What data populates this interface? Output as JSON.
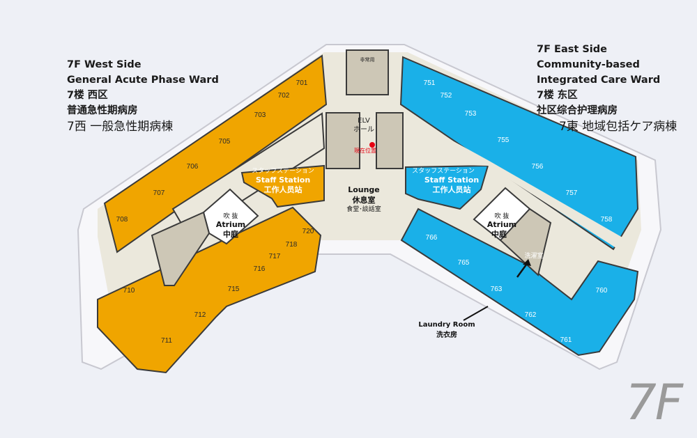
{
  "legend": {
    "west": {
      "line1": "7F West Side",
      "line2": "General Acute Phase Ward",
      "line3": "7楼 西区",
      "line4": "普通急性期病房",
      "line5": "7西 一般急性期病棟"
    },
    "east": {
      "line1": "7F East Side",
      "line2": "Community-based",
      "line3": "Integrated Care Ward",
      "line4": "7楼 东区",
      "line5": "社区综合护理病房",
      "line6": "7東 地域包括ケア病棟"
    }
  },
  "rooms": {
    "west_upper": [
      "701",
      "702",
      "703",
      "705",
      "706",
      "707",
      "708"
    ],
    "west_lower": [
      "710",
      "711",
      "712",
      "715",
      "716",
      "717",
      "718",
      "720"
    ],
    "east_upper": [
      "751",
      "752",
      "753",
      "755",
      "756",
      "757",
      "758"
    ],
    "east_lower": [
      "760",
      "761",
      "762",
      "763",
      "765",
      "766"
    ]
  },
  "facilities": {
    "elv_en": "ELV",
    "elv_ja": "ホール",
    "current_location": "現在位置",
    "emergency": "非常用",
    "staff_ja": "スタッフステーション",
    "staff_en": "Staff Station",
    "staff_zh": "工作人员站",
    "lounge_en": "Lounge",
    "lounge_zh": "休息室",
    "lounge_ja": "食堂･談話室",
    "atrium_ja": "吹 抜",
    "atrium_en": "Atrium",
    "atrium_zh": "中庭",
    "laundry_en": "Laundry Room",
    "laundry_zh": "洗衣房",
    "laundry_ja": "洗濯室"
  },
  "floor": "7F",
  "colors": {
    "west_ward": "#f0a500",
    "east_ward": "#1ab0e8",
    "corridor": "#ebe8dc",
    "service": "#cdc7b6",
    "wall": "#3a3a3a",
    "current": "#e60012"
  }
}
